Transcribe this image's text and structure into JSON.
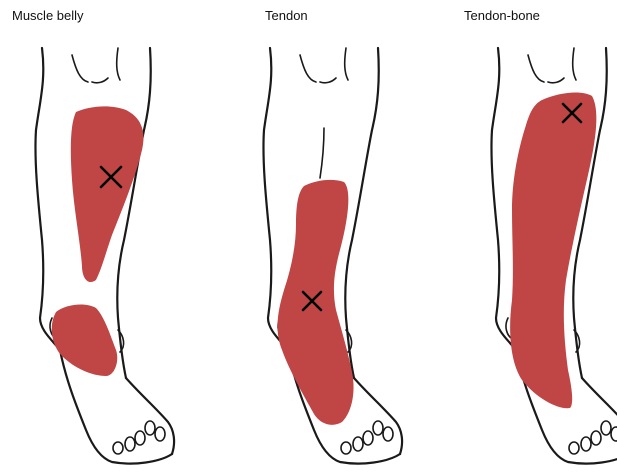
{
  "colors": {
    "pain_area": "#c04545",
    "outline": "#1a1a1a",
    "marker": "#000000",
    "background": "#ffffff"
  },
  "panels": [
    {
      "label": "Muscle belly",
      "marker": "x-mark"
    },
    {
      "label": "Tendon",
      "marker": "x-mark"
    },
    {
      "label": "Tendon-bone",
      "marker": "x-mark"
    }
  ]
}
